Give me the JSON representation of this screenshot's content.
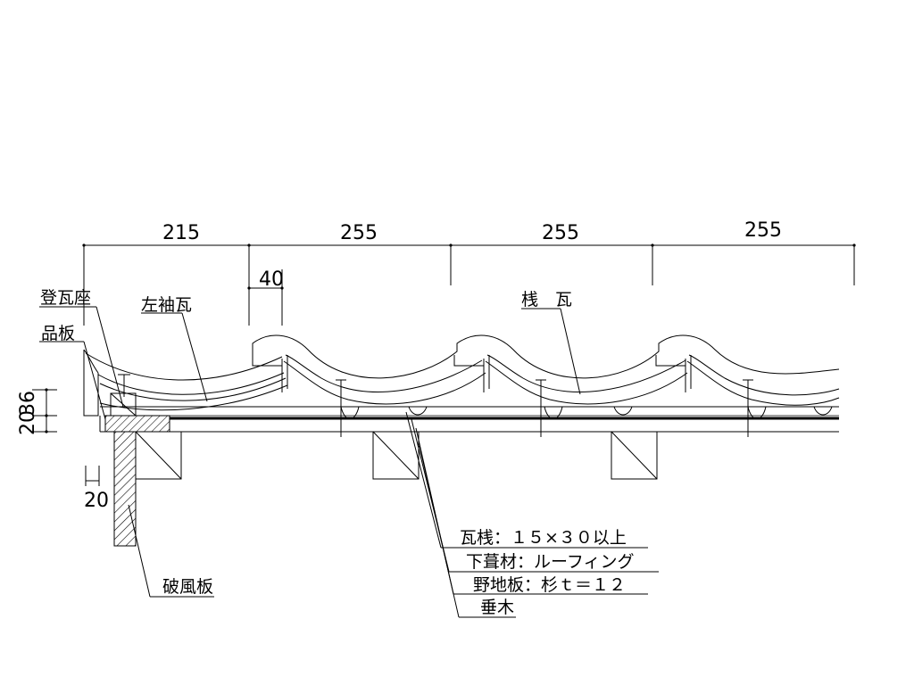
{
  "dimensions": {
    "top": [
      "215",
      "255",
      "255",
      "255"
    ],
    "tile_offset": "40",
    "height_a": "20",
    "height_b": "36",
    "bottom_offset": "20"
  },
  "labels": {
    "noborikawaraza": "登瓦座",
    "hinaita": "品板",
    "hidarisodegawara": "左袖瓦",
    "sangawara": "桟　瓦",
    "hafuita": "破風板",
    "kawarasan": "瓦桟：１５×３０以上",
    "shitabuki": "下葺材：ルーフィング",
    "nojiita": "野地板：杉ｔ＝１２",
    "taruki": "垂木"
  }
}
